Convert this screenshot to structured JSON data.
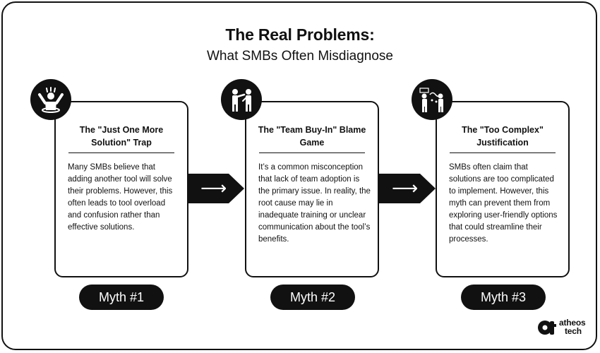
{
  "header": {
    "title": "The Real Problems:",
    "subtitle": "What SMBs Often Misdiagnose"
  },
  "cards": [
    {
      "icon": "overwhelmed-person-icon",
      "title": "The \"Just One More Solution\" Trap",
      "body": "Many SMBs believe that adding another tool will solve their problems. However, this often leads to tool overload and confusion rather than effective solutions.",
      "label": "Myth #1"
    },
    {
      "icon": "pointing-blame-icon",
      "title": "The \"Team Buy-In\" Blame Game",
      "body": "It’s a common misconception that lack of team adoption is the primary issue. In reality, the root cause may lie in inadequate training or unclear communication about the tool’s benefits.",
      "label": "Myth #2"
    },
    {
      "icon": "confused-presenters-icon",
      "title": "The \"Too Complex\" Justification",
      "body": "SMBs often claim that solutions are too complicated to implement. However, this myth can prevent them from exploring user-friendly options that could streamline their processes.",
      "label": "Myth #3"
    }
  ],
  "arrows": [
    "⟶",
    "⟶"
  ],
  "logo": {
    "mark": "at",
    "line1": "atheos",
    "line2": "tech"
  },
  "colors": {
    "primary": "#111111",
    "background": "#ffffff"
  }
}
